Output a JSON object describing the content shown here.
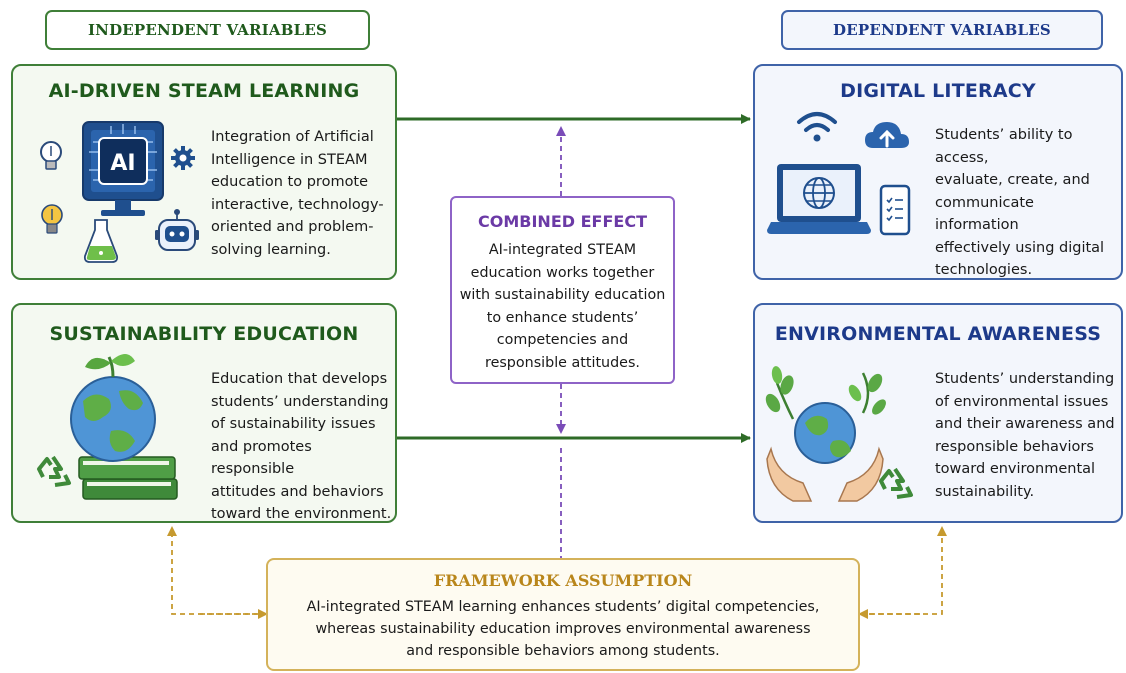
{
  "headers": {
    "independent": "INDEPENDENT VARIABLES",
    "dependent": "DEPENDENT VARIABLES"
  },
  "ai_steam": {
    "title": "AI-DRIVEN STEAM LEARNING",
    "ai_badge": "AI",
    "desc": [
      "Integration of Artificial",
      "Intelligence in STEAM",
      "education to promote",
      "interactive, technology-",
      "oriented and problem-",
      "solving learning."
    ]
  },
  "sustainability": {
    "title": "SUSTAINABILITY EDUCATION",
    "desc": [
      "Education that develops",
      "students’ understanding",
      "of sustainability issues",
      "and promotes responsible",
      "attitudes and behaviors",
      "toward the environment."
    ]
  },
  "digital_literacy": {
    "title": "DIGITAL LITERACY",
    "desc": [
      "Students’ ability to access,",
      "evaluate, create, and",
      "communicate information",
      "effectively using digital",
      "technologies."
    ]
  },
  "environmental": {
    "title": "ENVIRONMENTAL AWARENESS",
    "desc": [
      "Students’ understanding",
      "of environmental issues",
      "and their awareness and",
      "responsible behaviors",
      "toward environmental",
      "sustainability."
    ]
  },
  "combined": {
    "title": "COMBINED EFFECT",
    "desc": [
      "AI-integrated STEAM",
      "education works together",
      "with sustainability education",
      "to enhance students’",
      "competencies and",
      "responsible attitudes."
    ]
  },
  "framework": {
    "title": "FRAMEWORK ASSUMPTION",
    "desc": [
      "AI-integrated STEAM learning enhances students’ digital competencies,",
      "whereas sustainability education improves environmental awareness",
      "and responsible behaviors among students."
    ]
  },
  "icons": [
    "lightbulb-icon",
    "ai-monitor-icon",
    "gear-icon",
    "robot-icon",
    "flask-icon",
    "wifi-icon",
    "cloud-upload-icon",
    "laptop-globe-icon",
    "smartphone-checklist-icon",
    "globe-plant-icon",
    "recycle-icon",
    "books-icon",
    "hands-globe-icon",
    "leaf-branch-icon"
  ],
  "colors": {
    "green": "#3f7f38",
    "blue": "#3f63a8",
    "purple": "#8e63c7",
    "gold": "#d4b25a"
  }
}
